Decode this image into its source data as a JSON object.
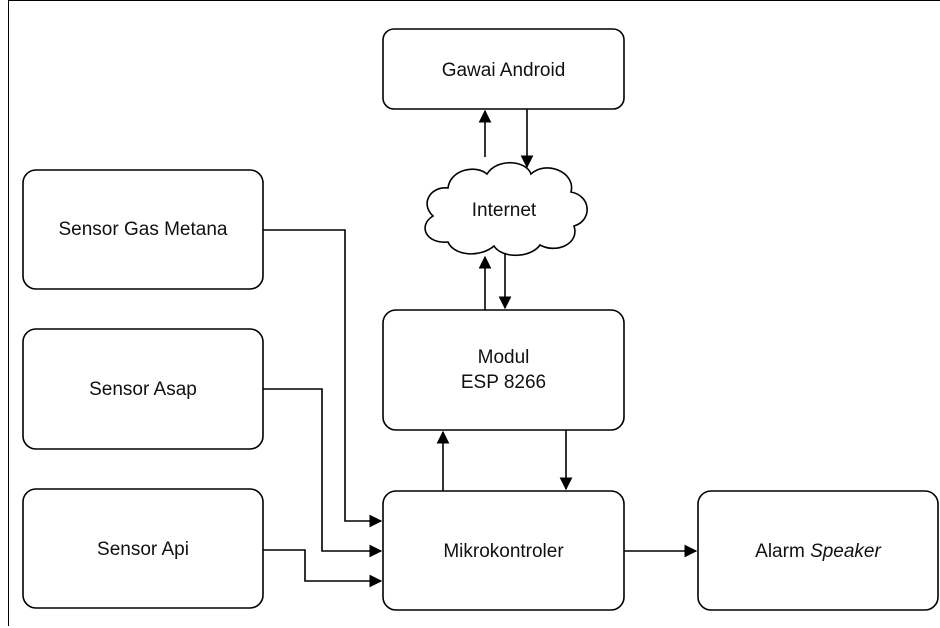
{
  "nodes": {
    "gawai_android": "Gawai Android",
    "internet": "Internet",
    "sensor_gas_metana": "Sensor Gas Metana",
    "sensor_asap": "Sensor Asap",
    "sensor_api": "Sensor Api",
    "modul_line1": "Modul",
    "modul_line2": "ESP 8266",
    "mikrokontroler": "Mikrokontroler",
    "alarm_prefix": "Alarm ",
    "alarm_speaker": "Speaker"
  }
}
